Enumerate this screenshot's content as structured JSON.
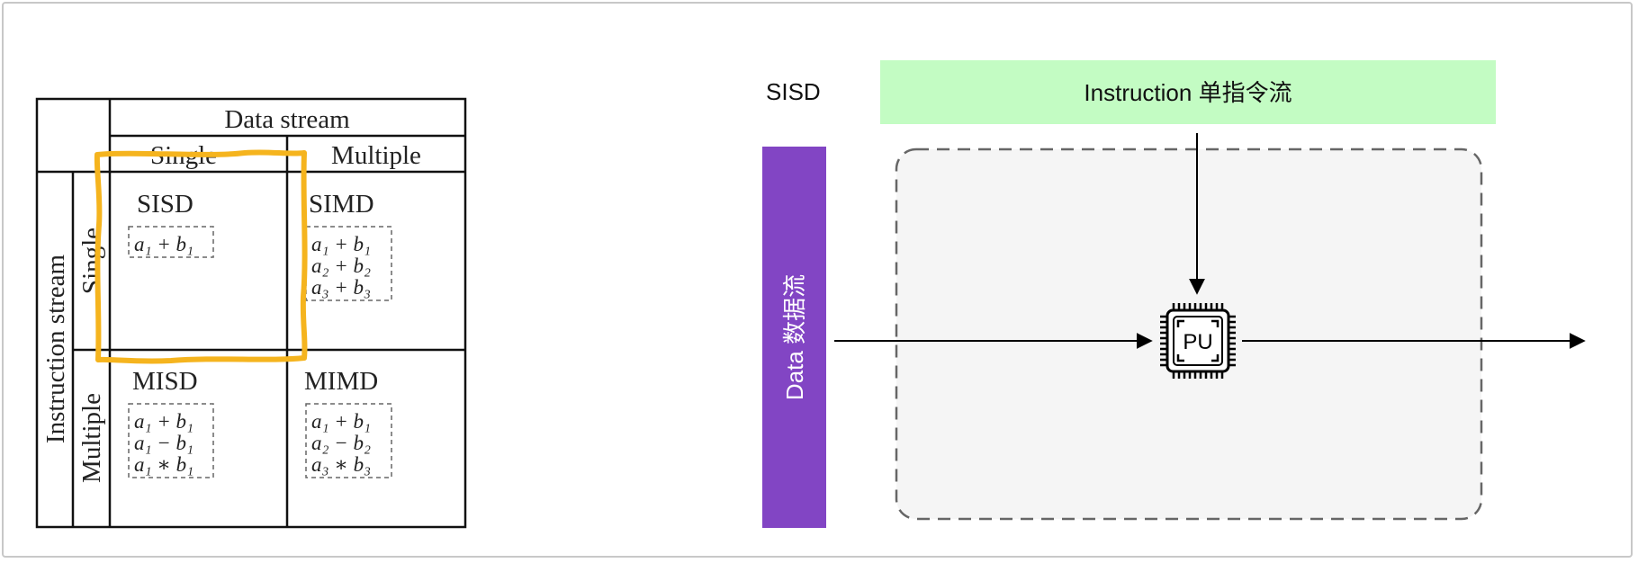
{
  "taxonomy": {
    "data_stream": "Data stream",
    "instruction_stream": "Instruction stream",
    "col_single": "Single",
    "col_multiple": "Multiple",
    "row_single": "Single",
    "row_multiple": "Multiple",
    "sisd": {
      "label": "SISD",
      "ops": [
        "a₁ + b₁"
      ]
    },
    "simd": {
      "label": "SIMD",
      "ops": [
        "a₁ + b₁",
        "a₂ + b₂",
        "a₃ + b₃"
      ]
    },
    "misd": {
      "label": "MISD",
      "ops": [
        "a₁ + b₁",
        "a₁ − b₁",
        "a₁ ∗ b₁"
      ]
    },
    "mimd": {
      "label": "MIMD",
      "ops": [
        "a₁ + b₁",
        "a₂ − b₂",
        "a₃ ∗ b₃"
      ]
    }
  },
  "sisd_diagram": {
    "title": "SISD",
    "instruction_label": "Instruction 单指令流",
    "data_label": "Data 数据流",
    "pu_label": "PU",
    "colors": {
      "instruction_bar": "#c3fcc3",
      "data_bar": "#8245c4",
      "highlight": "#f5b41e",
      "box_fill": "#f5f5f5"
    }
  }
}
